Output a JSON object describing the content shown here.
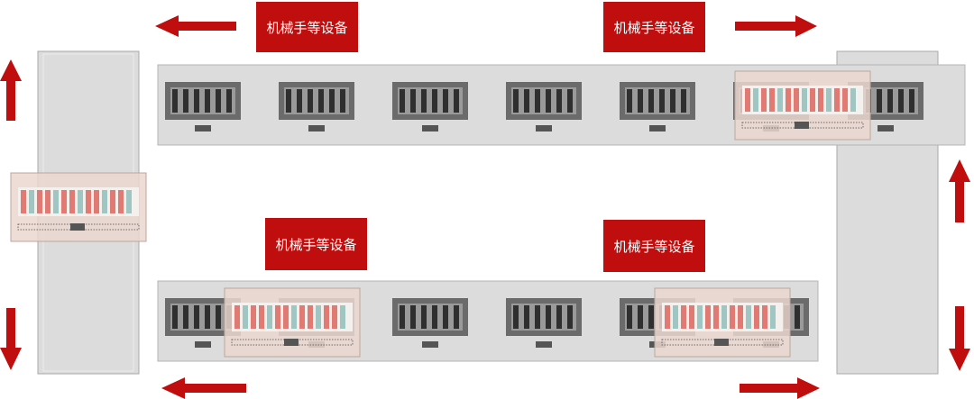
{
  "labels": {
    "top_left": "机械手等设备",
    "top_right": "机械手等设备",
    "mid_left": "机械手等设备",
    "mid_right": "机械手等设备"
  },
  "colors": {
    "arrow": "#c00d0d",
    "label_bg": "#c00d0d",
    "label_text": "#ffffff",
    "track": "#dcdcdc",
    "track_border": "#a8a8a8",
    "module": "#6b6b6b",
    "module_slot": "#333333",
    "pink_panel": "#ead7cf",
    "stripe_red": "#e07a72",
    "stripe_teal": "#9fc6c3"
  },
  "arrows": {
    "top_left": "arrow-left",
    "top_right": "arrow-right",
    "left_up": "arrow-up",
    "left_down": "arrow-down",
    "right_up": "arrow-up",
    "right_down": "arrow-down",
    "bottom_left": "arrow-left",
    "bottom_right": "arrow-right"
  }
}
